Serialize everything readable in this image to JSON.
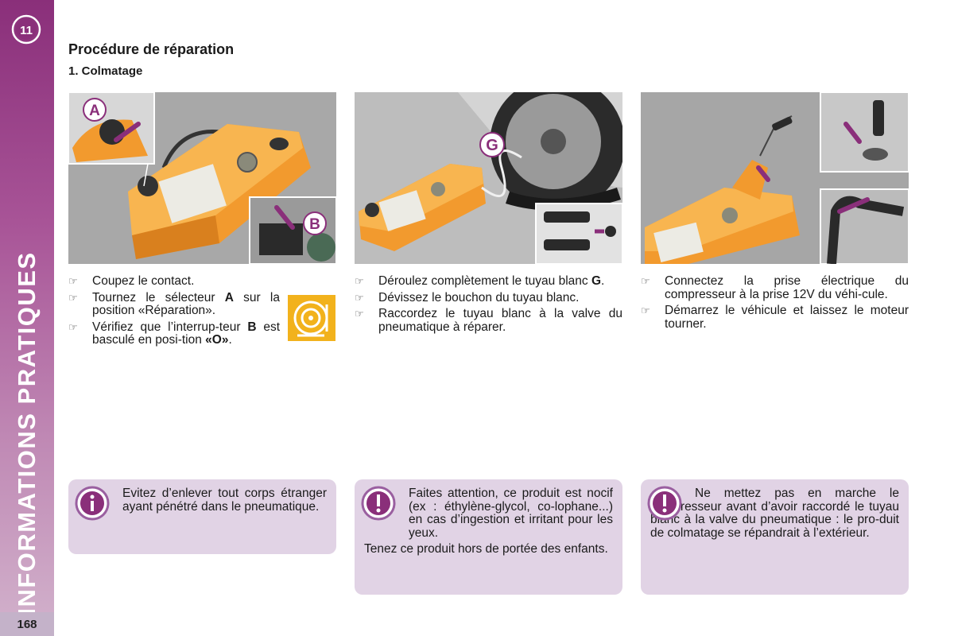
{
  "chapter": {
    "number": "11",
    "title": "INFORMATIONS PRATIQUES",
    "page": "168"
  },
  "heading": {
    "title": "Procédure de réparation",
    "subtitle": "1. Colmatage"
  },
  "illustrations": {
    "panel1": {
      "label_a": "A",
      "label_b": "B"
    },
    "panel2": {
      "label_g": "G"
    }
  },
  "columns": [
    {
      "bullets": [
        {
          "text": "Coupez le contact."
        },
        {
          "pre": "Tournez le sélecteur ",
          "bold": "A",
          "post": " sur la position «Réparation»."
        },
        {
          "pre": "Vérifiez que l’interrup-teur ",
          "bold": "B",
          "mid": " est basculé en posi-tion ",
          "bold2": "«O»",
          "post": "."
        }
      ]
    },
    {
      "bullets": [
        {
          "pre": "Déroulez complètement le tuyau blanc ",
          "bold": "G",
          "post": "."
        },
        {
          "text": "Dévissez le bouchon du tuyau blanc."
        },
        {
          "text": "Raccordez le tuyau blanc à la valve du pneumatique à réparer."
        }
      ]
    },
    {
      "bullets": [
        {
          "text": "Connectez la prise électrique du compresseur à la prise 12V du véhi-cule."
        },
        {
          "text": "Démarrez le véhicule et laissez le moteur tourner."
        }
      ]
    }
  ],
  "notes": [
    {
      "icon": "info-icon",
      "text": "Evitez d’enlever tout corps étranger ayant pénétré dans le pneumatique."
    },
    {
      "icon": "warning-icon",
      "text": "Faites attention, ce produit est nocif (ex : éthylène-glycol, co-lophane...) en cas d’ingestion et irritant pour les yeux.",
      "text2": "Tenez ce produit hors de portée des enfants."
    },
    {
      "icon": "warning-icon",
      "text": "Ne mettez pas en marche le compresseur avant d’avoir raccordé le tuyau blanc à la valve du pneumatique : le pro-duit de colmatage se répandrait à l’extérieur."
    }
  ],
  "colors": {
    "accent": "#8a2f7a",
    "note_bg": "#e1d3e5",
    "compressor": "#f29a2e"
  }
}
